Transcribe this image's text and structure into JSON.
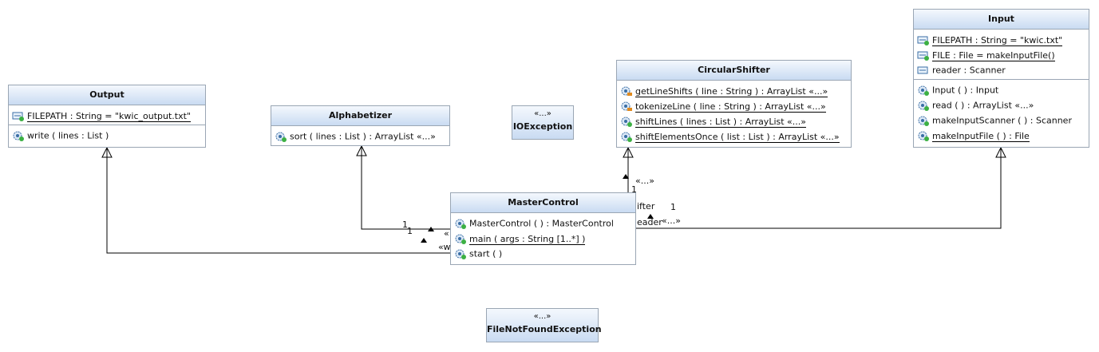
{
  "output": {
    "name": "Output",
    "attributes": [
      {
        "text": "FILEPATH : String = \"kwic_output.txt\"",
        "icon": "static-field-icon"
      }
    ],
    "operations": [
      {
        "text": "write ( lines : List )",
        "icon": "public-method-icon"
      }
    ]
  },
  "alphabetizer": {
    "name": "Alphabetizer",
    "operations": [
      {
        "text": "sort ( lines : List ) :  ArrayList «...»",
        "icon": "public-method-icon"
      }
    ]
  },
  "ioexception": {
    "stereotype": "«...»",
    "name": "IOException"
  },
  "filenotfound": {
    "stereotype": "«...»",
    "name": "FileNotFoundException"
  },
  "circularshifter": {
    "name": "CircularShifter",
    "operations": [
      {
        "text": "getLineShifts ( line : String ) :  ArrayList «...»",
        "icon": "private-method-icon"
      },
      {
        "text": "tokenizeLine ( line : String ) :  ArrayList «...»",
        "icon": "private-method-icon"
      },
      {
        "text": "shiftLines ( lines : List ) :  ArrayList «...»",
        "icon": "public-method-icon"
      },
      {
        "text": "shiftElementsOnce ( list : List ) :  ArrayList «...»",
        "icon": "public-method-icon"
      }
    ]
  },
  "input": {
    "name": "Input",
    "attributes": [
      {
        "text": "FILEPATH : String = \"kwic.txt\"",
        "icon": "static-field-icon"
      },
      {
        "text": "FILE : File = makeInputFile()",
        "icon": "static-field-icon"
      },
      {
        "text": "reader : Scanner",
        "icon": "field-icon"
      }
    ],
    "operations": [
      {
        "text": "Input ( ) :  Input",
        "icon": "public-method-icon"
      },
      {
        "text": "read ( ) :  ArrayList «...»",
        "icon": "public-method-icon"
      },
      {
        "text": "makeInputScanner ( ) :  Scanner",
        "icon": "public-method-icon"
      },
      {
        "text": "makeInputFile ( ) :  File",
        "icon": "public-method-icon"
      }
    ]
  },
  "mastercontrol": {
    "name": "MasterControl",
    "operations": [
      {
        "text": "MasterControl ( ) :  MasterControl",
        "icon": "public-method-icon"
      },
      {
        "text": "main ( args : String [1..*] )",
        "icon": "public-method-icon"
      },
      {
        "text": "start ( )",
        "icon": "public-method-icon"
      }
    ]
  },
  "edges": {
    "alphabetizer_mult": "1",
    "alphabetizer_mult2": "1",
    "alphabetizer_stereo": "«",
    "output_stereo": "«w",
    "shifter_stereo": "«...»",
    "shifter_mult": "1",
    "shifter_role": "ifter",
    "input_mult": "1",
    "input_stereo": "«...»",
    "input_role": "eader"
  }
}
